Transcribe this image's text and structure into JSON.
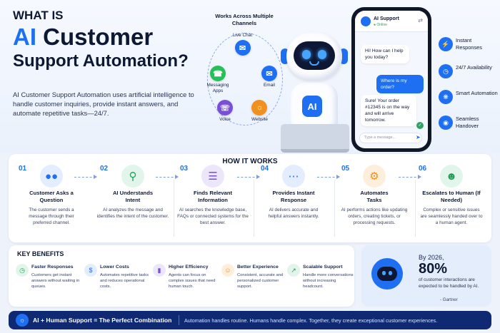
{
  "hero": {
    "title_line1": "WHAT IS",
    "title_ai": "AI",
    "title_line2_rest": " Customer",
    "title_line3": "Support Automation?",
    "intro": "AI Customer Support Automation uses artificial intelligence to handle customer inquiries, provide instant answers, and automate repetitive tasks—24/7."
  },
  "channels": {
    "title": "Works Across Multiple Channels",
    "items": [
      {
        "label": "Live Chat",
        "icon": "chat-icon",
        "color": "#1f6ff2"
      },
      {
        "label": "Messaging Apps",
        "icon": "whatsapp-icon",
        "color": "#25c05a"
      },
      {
        "label": "Email",
        "icon": "email-icon",
        "color": "#1f6ff2"
      },
      {
        "label": "Voice",
        "icon": "phone-icon",
        "color": "#7a4fd8"
      },
      {
        "label": "Website",
        "icon": "globe-icon",
        "color": "#f0901e"
      }
    ]
  },
  "robot": {
    "badge": "AI"
  },
  "phone": {
    "agent_name": "AI Support",
    "status": "Online",
    "messages": [
      {
        "from": "bot",
        "text": "Hi! How can I help you today?"
      },
      {
        "from": "user",
        "text": "Where is my order?"
      },
      {
        "from": "bot",
        "text": "Sure! Your order #12345 is on the way and will arrive tomorrow."
      }
    ],
    "input_placeholder": "Type a message..."
  },
  "features": [
    {
      "label": "Instant Responses",
      "icon": "lightning-icon"
    },
    {
      "label": "24/7 Availability",
      "icon": "clock-icon"
    },
    {
      "label": "Smart Automation",
      "icon": "brain-icon"
    },
    {
      "label": "Seamless Handover",
      "icon": "headset-icon"
    }
  ],
  "how_it_works": {
    "title": "HOW IT WORKS",
    "steps": [
      {
        "num": "01",
        "title": "Customer Asks a Question",
        "desc": "The customer sends a message through their preferred channel.",
        "icon": "chat-bubble-icon",
        "color": "#1f6ff2",
        "bg": "#e3edfd"
      },
      {
        "num": "02",
        "title": "AI Understands Intent",
        "desc": "AI analyzes the message and identifies the intent of the customer.",
        "icon": "magnifier-icon",
        "color": "#1f9e5a",
        "bg": "#e2f5ea"
      },
      {
        "num": "03",
        "title": "Finds Relevant Information",
        "desc": "AI searches the knowledge base, FAQs or connected systems for the best answer.",
        "icon": "database-icon",
        "color": "#7a4fd8",
        "bg": "#ece6fb"
      },
      {
        "num": "04",
        "title": "Provides Instant Response",
        "desc": "AI delivers accurate and helpful answers instantly.",
        "icon": "reply-bubble-icon",
        "color": "#1f6ff2",
        "bg": "#e3edfd"
      },
      {
        "num": "05",
        "title": "Automates Tasks",
        "desc": "AI performs actions like updating orders, creating tickets, or processing requests.",
        "icon": "gear-icon",
        "color": "#f0901e",
        "bg": "#fdefdc"
      },
      {
        "num": "06",
        "title": "Escalates to Human (If Needed)",
        "desc": "Complex or sensitive issues are seamlessly handed over to a human agent.",
        "icon": "person-icon",
        "color": "#1f9e5a",
        "bg": "#e2f5ea"
      }
    ]
  },
  "benefits": {
    "title": "KEY BENEFITS",
    "items": [
      {
        "title": "Faster Responses",
        "desc": "Customers get instant answers without waiting in queues.",
        "icon": "stopwatch-icon",
        "color": "#1f9e5a",
        "bg": "#e2f5ea"
      },
      {
        "title": "Lower Costs",
        "desc": "Automates repetitive tasks and reduces operational costs.",
        "icon": "dollar-down-icon",
        "color": "#1f6ff2",
        "bg": "#e3edfd"
      },
      {
        "title": "Higher Efficiency",
        "desc": "Agents can focus on complex issues that need human touch.",
        "icon": "bar-chart-icon",
        "color": "#7a4fd8",
        "bg": "#ece6fb"
      },
      {
        "title": "Better Experience",
        "desc": "Consistent, accurate and personalized customer support.",
        "icon": "smile-icon",
        "color": "#f0901e",
        "bg": "#fdefdc"
      },
      {
        "title": "Scalable Support",
        "desc": "Handle more conversations without increasing headcount.",
        "icon": "growth-chart-icon",
        "color": "#1f9e5a",
        "bg": "#e2f5ea"
      }
    ]
  },
  "stat": {
    "by": "By 2026,",
    "pct": "80%",
    "desc": "of customer interactions are expected to be handled by AI.",
    "source": "- Gartner"
  },
  "bottom_bar": {
    "title": "AI + Human Support = The Perfect Combination",
    "desc": "Automation handles routine. Humans handle complex. Together, they create exceptional customer experiences.",
    "icon": "lightbulb-icon"
  }
}
